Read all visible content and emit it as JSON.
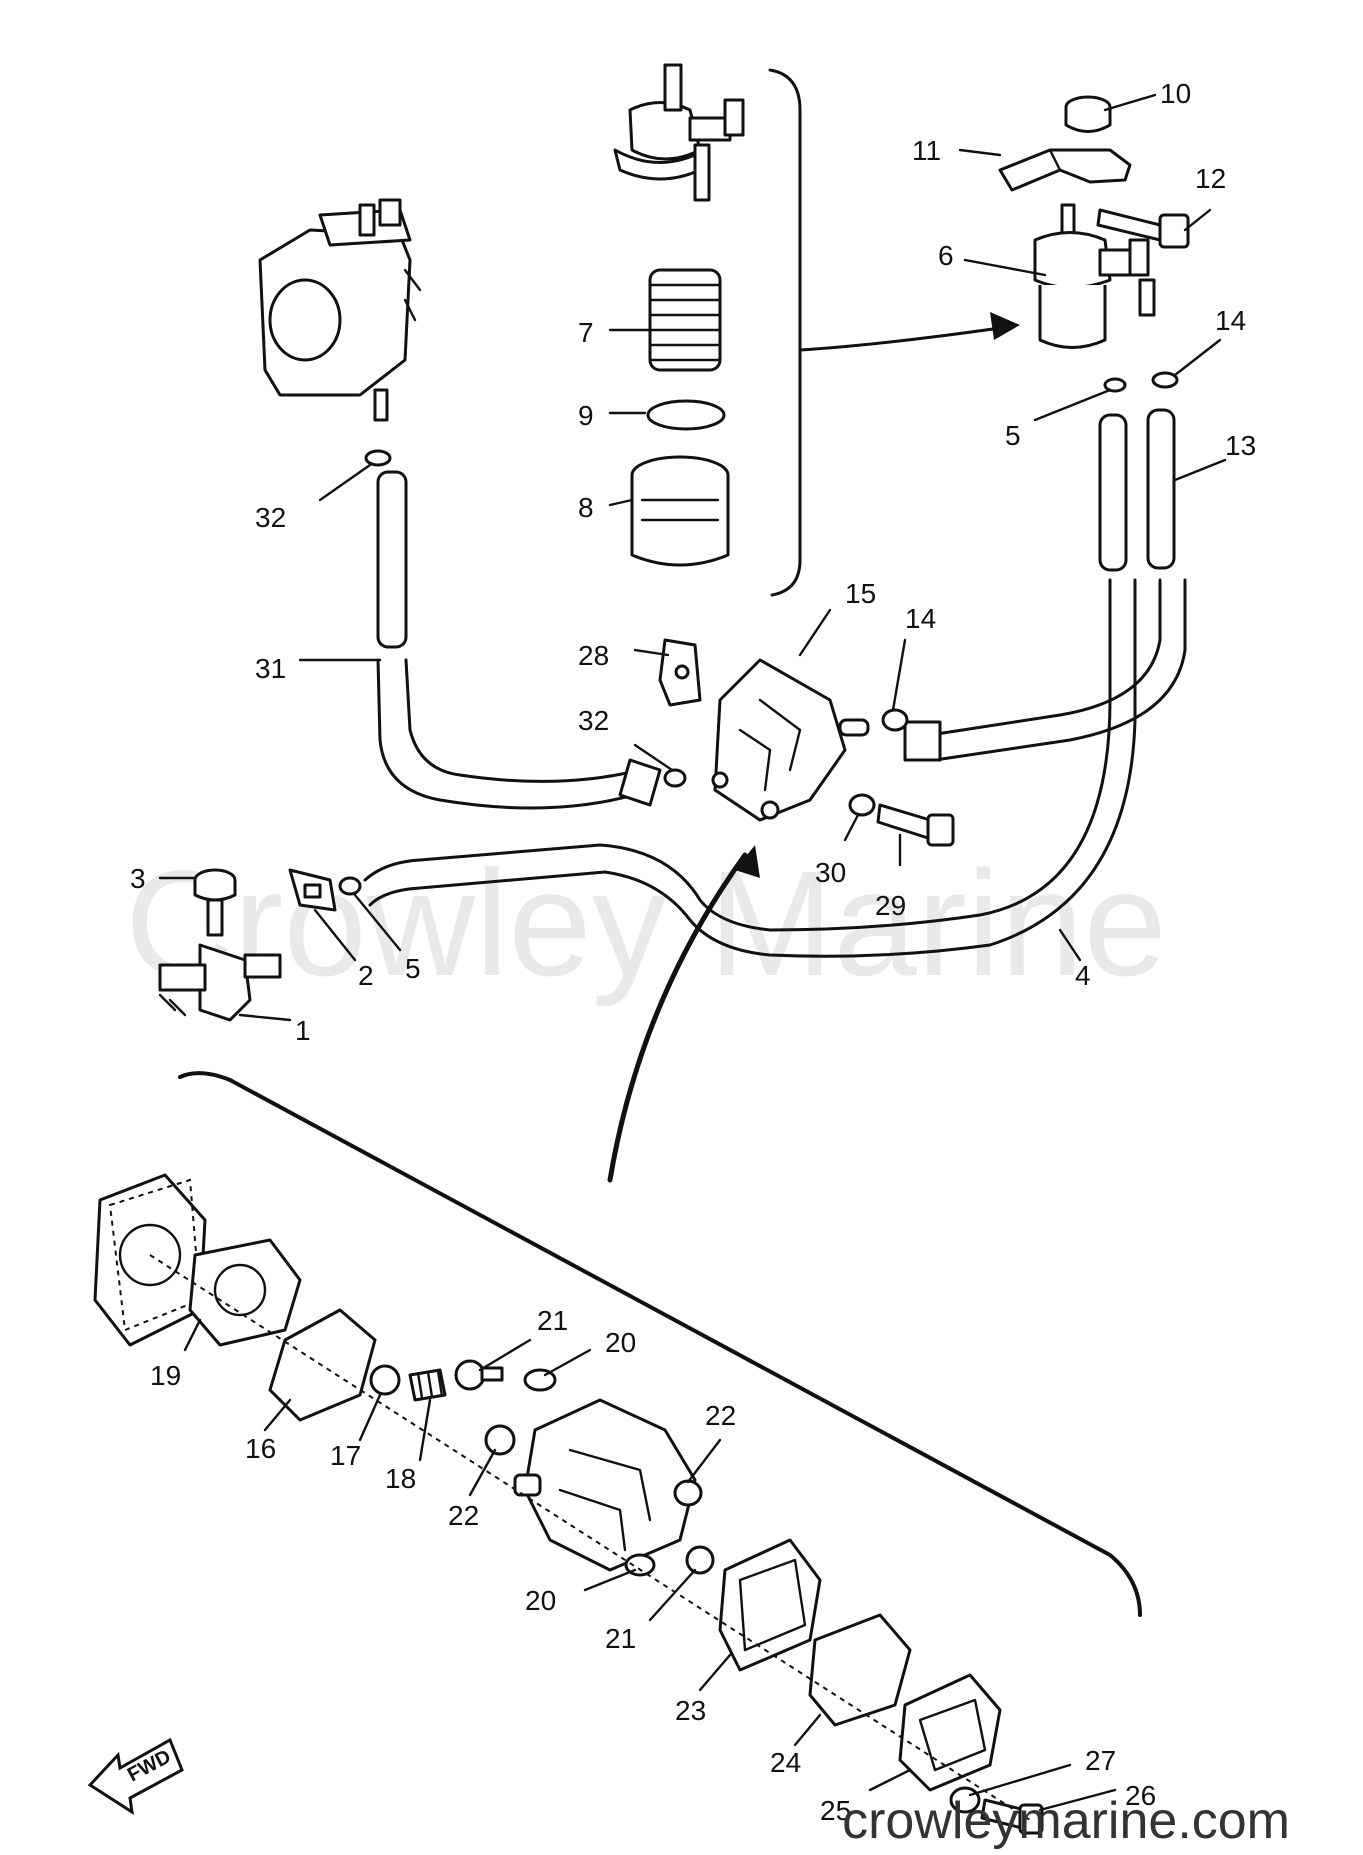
{
  "watermark": "Crowley Marine",
  "footer_url": "crowleymarine.com",
  "fwd_marker": "FWD",
  "callouts": [
    {
      "id": "c10",
      "text": "10"
    },
    {
      "id": "c11",
      "text": "11"
    },
    {
      "id": "c12",
      "text": "12"
    },
    {
      "id": "c6",
      "text": "6"
    },
    {
      "id": "c14a",
      "text": "14"
    },
    {
      "id": "c5a",
      "text": "5"
    },
    {
      "id": "c13",
      "text": "13"
    },
    {
      "id": "c7",
      "text": "7"
    },
    {
      "id": "c9",
      "text": "9"
    },
    {
      "id": "c8",
      "text": "8"
    },
    {
      "id": "c32a",
      "text": "32"
    },
    {
      "id": "c31",
      "text": "31"
    },
    {
      "id": "c15",
      "text": "15"
    },
    {
      "id": "c14b",
      "text": "14"
    },
    {
      "id": "c28",
      "text": "28"
    },
    {
      "id": "c32b",
      "text": "32"
    },
    {
      "id": "c30",
      "text": "30"
    },
    {
      "id": "c29",
      "text": "29"
    },
    {
      "id": "c4",
      "text": "4"
    },
    {
      "id": "c3",
      "text": "3"
    },
    {
      "id": "c2",
      "text": "2"
    },
    {
      "id": "c5b",
      "text": "5"
    },
    {
      "id": "c1",
      "text": "1"
    },
    {
      "id": "c19",
      "text": "19"
    },
    {
      "id": "c16",
      "text": "16"
    },
    {
      "id": "c17",
      "text": "17"
    },
    {
      "id": "c18",
      "text": "18"
    },
    {
      "id": "c21a",
      "text": "21"
    },
    {
      "id": "c20a",
      "text": "20"
    },
    {
      "id": "c22a",
      "text": "22"
    },
    {
      "id": "c22b",
      "text": "22"
    },
    {
      "id": "c20b",
      "text": "20"
    },
    {
      "id": "c21b",
      "text": "21"
    },
    {
      "id": "c23",
      "text": "23"
    },
    {
      "id": "c24",
      "text": "24"
    },
    {
      "id": "c25",
      "text": "25"
    },
    {
      "id": "c27",
      "text": "27"
    },
    {
      "id": "c26",
      "text": "26"
    }
  ]
}
